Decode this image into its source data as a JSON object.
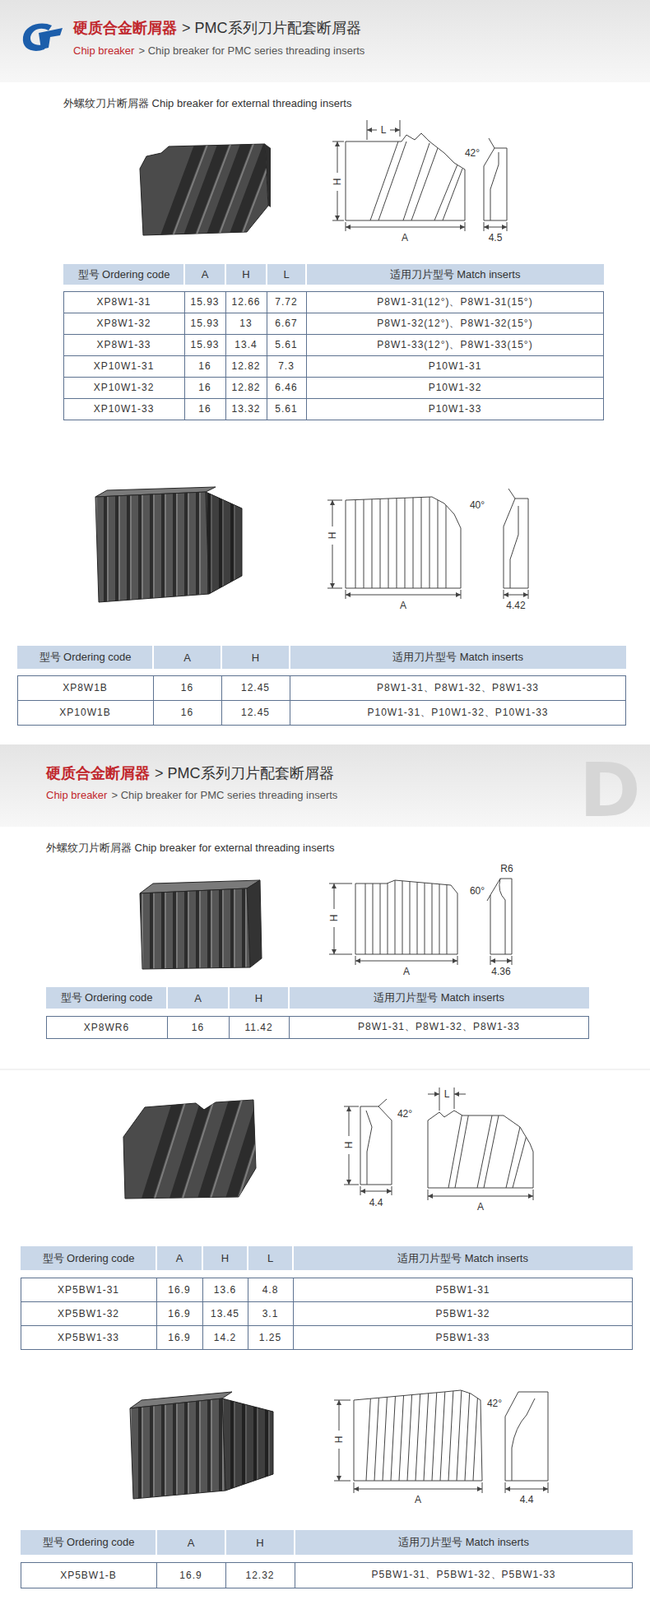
{
  "diagram": {
    "labels": [
      "硬质合金断屑器",
      "> PMC系列刀片配套断屑器",
      "Chip breaker",
      "> Chip breaker for PMC series threading inserts",
      "外螺纹刀片断屑器 Chip breaker for external threading inserts",
      "L",
      "H",
      "A",
      "42°",
      "4.5",
      "型号 Ordering code",
      "A",
      "H",
      "L",
      "适用刀片型号 Match inserts",
      "XP8W1-31",
      "15.93",
      "12.66",
      "7.72",
      "P8W1-31(12°)、P8W1-31(15°)",
      "XP8W1-32",
      "15.93",
      "13",
      "6.67",
      "P8W1-32(12°)、P8W1-32(15°)",
      "XP8W1-33",
      "15.93",
      "13.4",
      "5.61",
      "P8W1-33(12°)、P8W1-33(15°)",
      "XP10W1-31",
      "16",
      "12.82",
      "7.3",
      "P10W1-31",
      "XP10W1-32",
      "16",
      "12.82",
      "6.46",
      "P10W1-32",
      "XP10W1-33",
      "16",
      "13.32",
      "5.61",
      "P10W1-33",
      "H",
      "A",
      "40°",
      "4.42",
      "型号 Ordering code",
      "A",
      "H",
      "适用刀片型号 Match inserts",
      "XP8W1B",
      "16",
      "12.45",
      "P8W1-31、P8W1-32、P8W1-33",
      "XP10W1B",
      "16",
      "12.45",
      "P10W1-31、P10W1-32、P10W1-33",
      "硬质合金断屑器",
      "> PMC系列刀片配套断屑器",
      "Chip breaker",
      "> Chip breaker for PMC series threading inserts",
      "D",
      "外螺纹刀片断屑器 Chip breaker for external threading inserts",
      "H",
      "A",
      "60°",
      "R6",
      "4.36",
      "型号 Ordering code",
      "A",
      "H",
      "适用刀片型号 Match inserts",
      "XP8WR6",
      "16",
      "11.42",
      "P8W1-31、P8W1-32、P8W1-33",
      "42°",
      "H",
      "L",
      "4.4",
      "A",
      "型号 Ordering code",
      "A",
      "H",
      "L",
      "适用刀片型号 Match inserts",
      "XP5BW1-31",
      "16.9",
      "13.6",
      "4.8",
      "P5BW1-31",
      "XP5BW1-32",
      "16.9",
      "13.45",
      "3.1",
      "P5BW1-32",
      "XP5BW1-33",
      "16.9",
      "14.2",
      "1.25",
      "P5BW1-33",
      "H",
      "42°",
      "A",
      "4.4",
      "型号 Ordering code",
      "A",
      "H",
      "适用刀片型号 Match inserts",
      "XP5BW1-B",
      "16.9",
      "12.32",
      "P5BW1-31、P5BW1-32、P5BW1-33"
    ]
  }
}
